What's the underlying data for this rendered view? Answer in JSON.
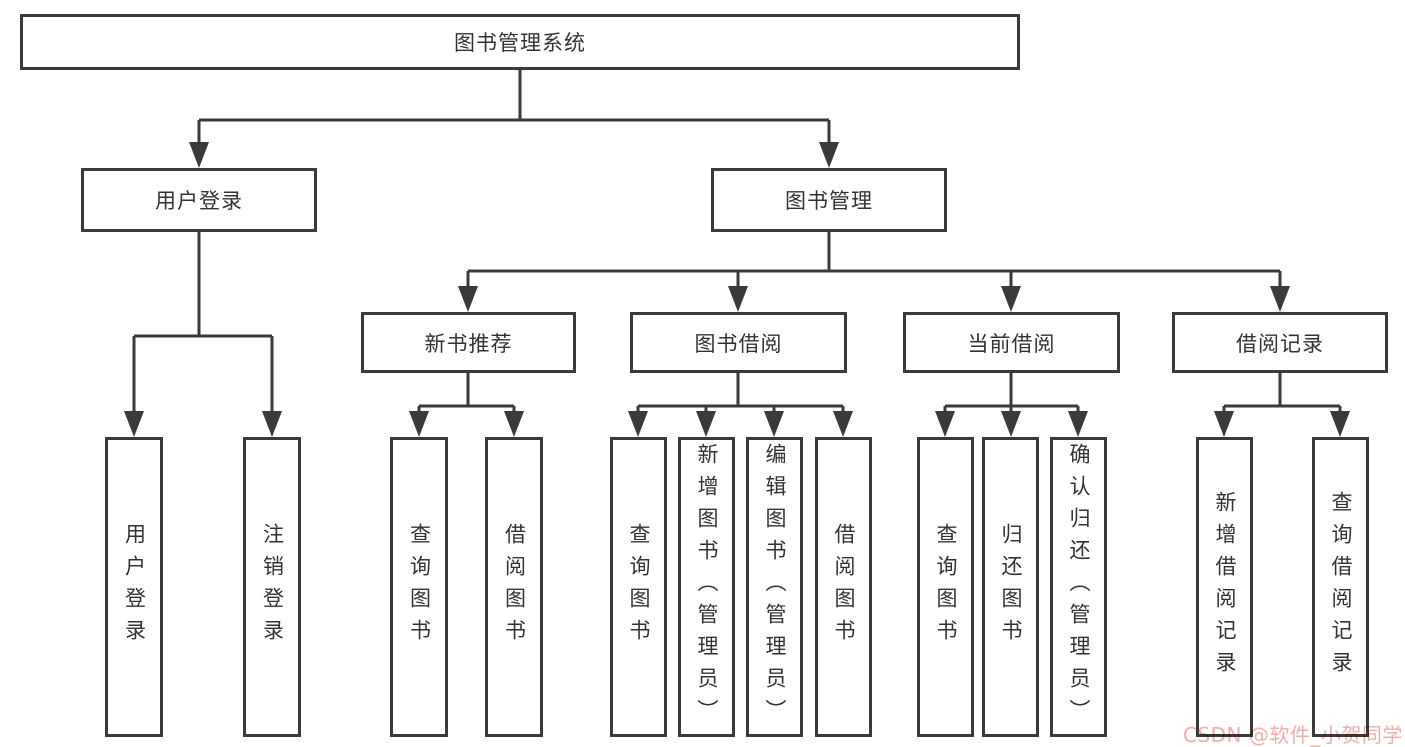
{
  "root": {
    "label": "图书管理系统"
  },
  "branches": [
    {
      "label": "用户登录",
      "children": [
        {
          "label": "用户登录"
        },
        {
          "label": "注销登录"
        }
      ]
    },
    {
      "label": "图书管理",
      "children": [
        {
          "label": "新书推荐",
          "children": [
            {
              "label": "查询图书"
            },
            {
              "label": "借阅图书"
            }
          ]
        },
        {
          "label": "图书借阅",
          "children": [
            {
              "label": "查询图书"
            },
            {
              "label": "新增图书（管理员）"
            },
            {
              "label": "编辑图书（管理员）"
            },
            {
              "label": "借阅图书"
            }
          ]
        },
        {
          "label": "当前借阅",
          "children": [
            {
              "label": "查询图书"
            },
            {
              "label": "归还图书"
            },
            {
              "label": "确认归还（管理员）"
            }
          ]
        },
        {
          "label": "借阅记录",
          "children": [
            {
              "label": "新增借阅记录"
            },
            {
              "label": "查询借阅记录"
            }
          ]
        }
      ]
    }
  ],
  "watermark": {
    "text": "CSDN @软件_小贺同学"
  },
  "colors": {
    "line": "#3a3a3a",
    "border": "#3a3a3a",
    "text": "#333333",
    "watermark": "#eeafab",
    "background": "#ffffff"
  }
}
